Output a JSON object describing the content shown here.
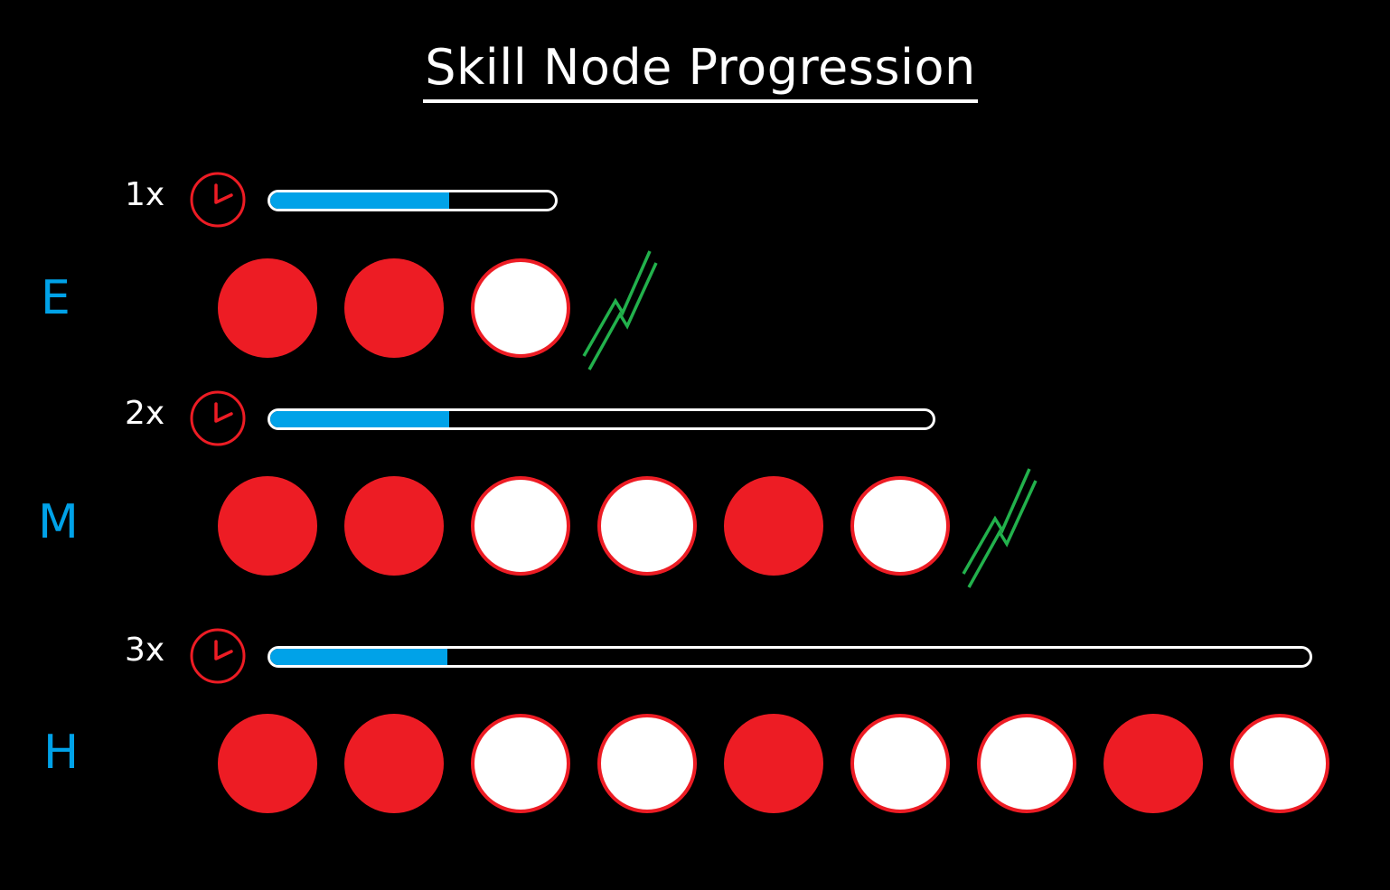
{
  "title": "Skill Node Progression",
  "colors": {
    "background": "#000000",
    "node_filled": "#ed1c24",
    "node_empty": "#ffffff",
    "node_border": "#ed1c24",
    "progress_fill": "#00a2e8",
    "difficulty_label": "#00a2e8",
    "timer_icon": "#ed1c24",
    "bolt_icon": "#22b14c"
  },
  "rows": [
    {
      "multiplier": "1x",
      "timer_icon": "clock-icon",
      "progress": 0.63,
      "difficulty": "E",
      "nodes": [
        "filled",
        "filled",
        "empty"
      ],
      "end_icon": "lightning-bolt-icon"
    },
    {
      "multiplier": "2x",
      "timer_icon": "clock-icon",
      "progress": 0.27,
      "difficulty": "M",
      "nodes": [
        "filled",
        "filled",
        "empty",
        "empty",
        "filled",
        "empty"
      ],
      "end_icon": "lightning-bolt-icon"
    },
    {
      "multiplier": "3x",
      "timer_icon": "clock-icon",
      "progress": 0.17,
      "difficulty": "H",
      "nodes": [
        "filled",
        "filled",
        "empty",
        "empty",
        "filled",
        "empty",
        "empty",
        "filled",
        "empty"
      ],
      "end_icon": ""
    }
  ]
}
